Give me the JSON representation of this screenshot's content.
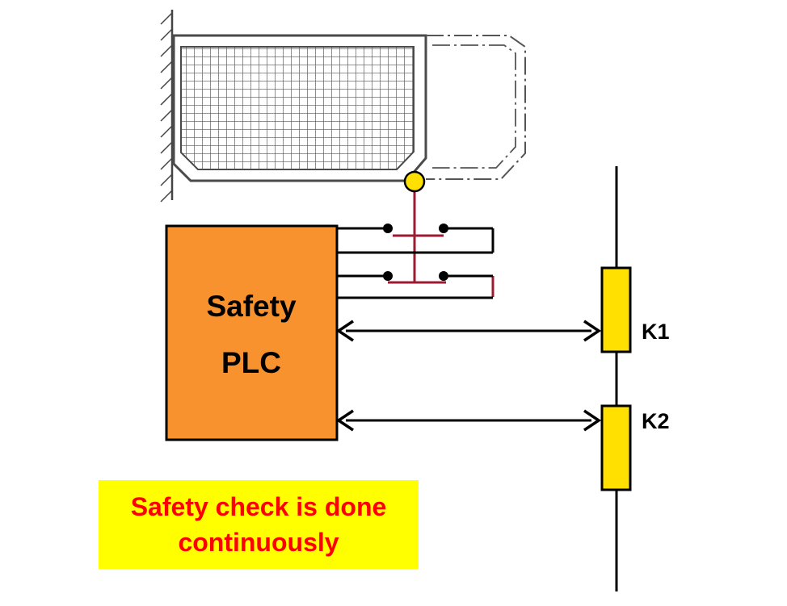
{
  "colors": {
    "plc_fill": "#F7922F",
    "relay_fill": "#FFE000",
    "sensor_fill": "#FFE000",
    "contact_line": "#9B1B30",
    "note_background": "#FFFF00",
    "note_text": "#FF0000",
    "guard_line": "#4a4a4a"
  },
  "plc": {
    "line1": "Safety",
    "line2": "PLC"
  },
  "relays": [
    {
      "label": "K1"
    },
    {
      "label": "K2"
    }
  ],
  "note": {
    "line1": "Safety check is done",
    "line2": "continuously"
  }
}
